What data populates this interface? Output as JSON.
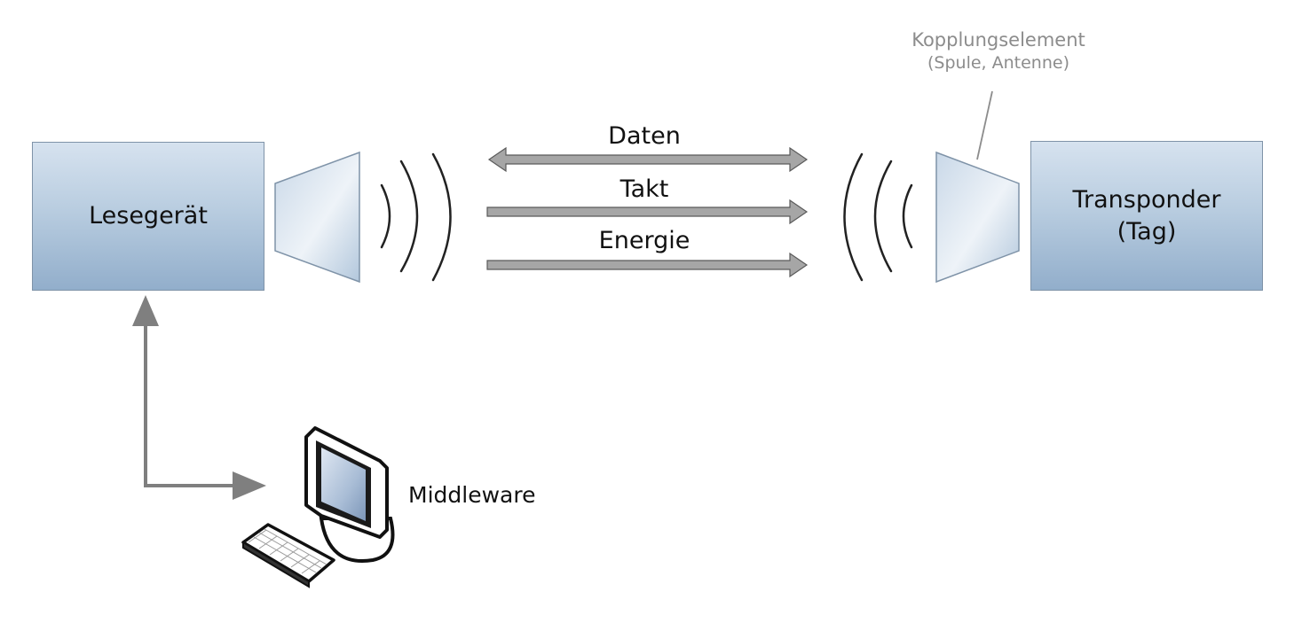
{
  "reader": {
    "label": "Lesegerät"
  },
  "transponder": {
    "line1": "Transponder",
    "line2": "(Tag)"
  },
  "coupling": {
    "line1": "Kopplungselement",
    "line2": "(Spule, Antenne)"
  },
  "arrows": {
    "data": "Daten",
    "clock": "Takt",
    "energy": "Energie"
  },
  "middleware": {
    "label": "Middleware"
  },
  "colors": {
    "box_top": "#d6e2ef",
    "box_bottom": "#92aecb",
    "arrow_fill": "#a6a6a6",
    "arrow_stroke": "#5a5a5a",
    "link_arrow": "#7f7f7f",
    "wave": "#222222",
    "annotation": "#8c8c8c"
  }
}
